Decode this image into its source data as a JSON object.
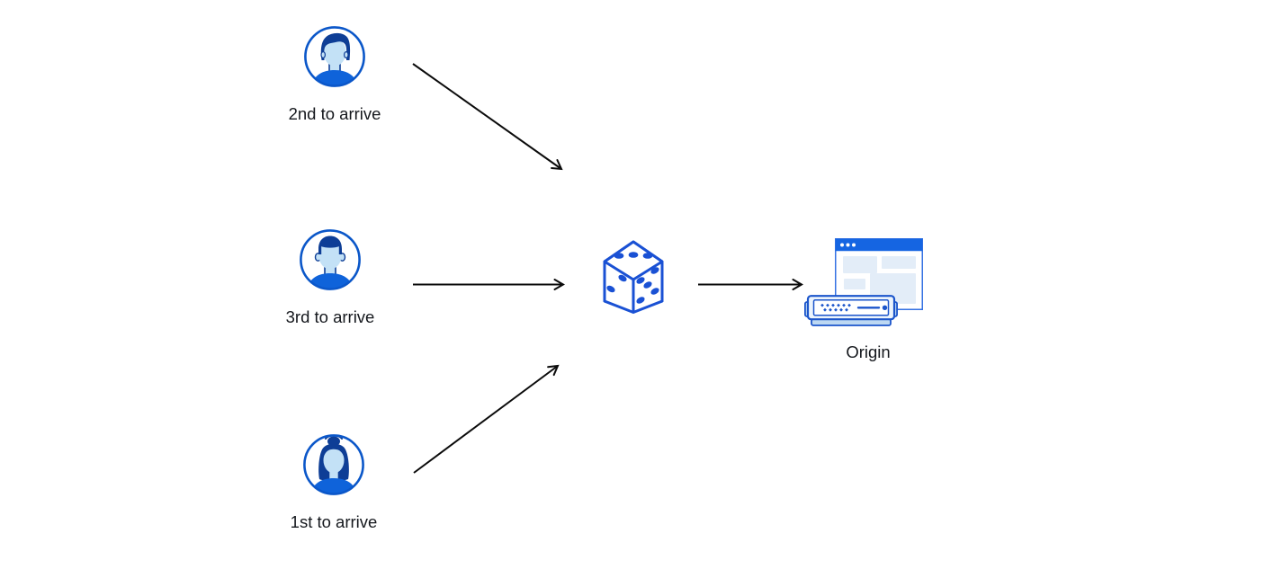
{
  "nodes": {
    "user_second": {
      "label": "2nd to arrive",
      "icon": "user-avatar-man-side-part-icon"
    },
    "user_third": {
      "label": "3rd to arrive",
      "icon": "user-avatar-man-flat-top-icon"
    },
    "user_first": {
      "label": "1st to arrive",
      "icon": "user-avatar-woman-bun-icon"
    },
    "dice": {
      "icon": "dice-icon"
    },
    "origin": {
      "label": "Origin",
      "icon": "origin-server-icon"
    }
  },
  "edges": [
    {
      "from": "user_second",
      "to": "dice"
    },
    {
      "from": "user_third",
      "to": "dice"
    },
    {
      "from": "user_first",
      "to": "dice"
    },
    {
      "from": "dice",
      "to": "origin"
    }
  ],
  "colors": {
    "background": "#ffffff",
    "arrow_black": "#0b0b0b",
    "dice_blue": "#1a51d4",
    "avatar_ring_blue": "#0b57c9",
    "hair_navy": "#0e3e96",
    "skin_light_blue": "#c3e1f6",
    "shirt_blue": "#0f63da",
    "window_header_blue": "#1565e2",
    "window_border_blue": "#3572e3",
    "panel_light_blue": "#e3edf8",
    "server_stroke_blue": "#1b55cb",
    "server_base_blue": "#bdd8f2",
    "text": "#15181d"
  }
}
